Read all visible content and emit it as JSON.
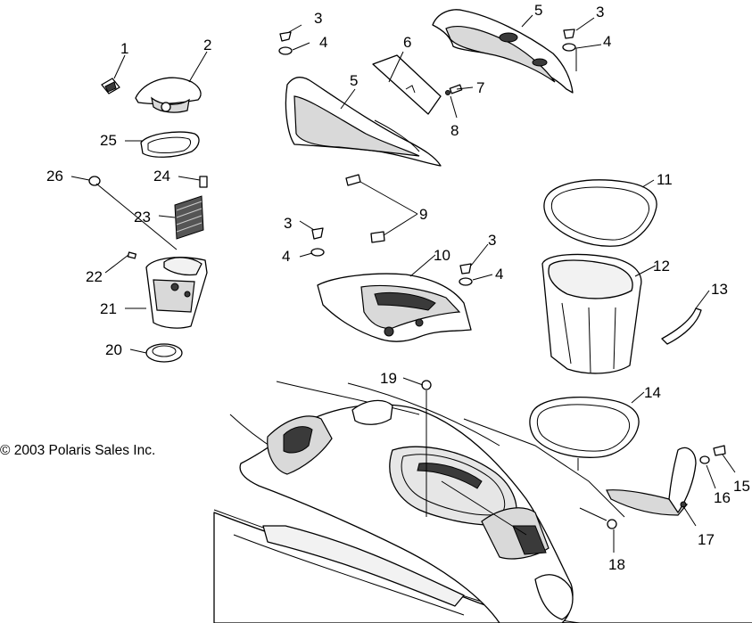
{
  "copyright": "© 2003 Polaris Sales Inc.",
  "callouts": {
    "c1": "1",
    "c2": "2",
    "c3a": "3",
    "c4a": "4",
    "c5a": "5",
    "c3b": "3",
    "c4b": "4",
    "c6": "6",
    "c5b": "5",
    "c7": "7",
    "c8": "8",
    "c25": "25",
    "c26": "26",
    "c24": "24",
    "c23": "23",
    "c9": "9",
    "c11": "11",
    "c3c": "3",
    "c4c": "4",
    "c3d": "3",
    "c4d": "4",
    "c10": "10",
    "c12": "12",
    "c22": "22",
    "c13": "13",
    "c21": "21",
    "c20": "20",
    "c19": "19",
    "c14": "14",
    "c15": "15",
    "c16": "16",
    "c17": "17",
    "c18": "18"
  }
}
